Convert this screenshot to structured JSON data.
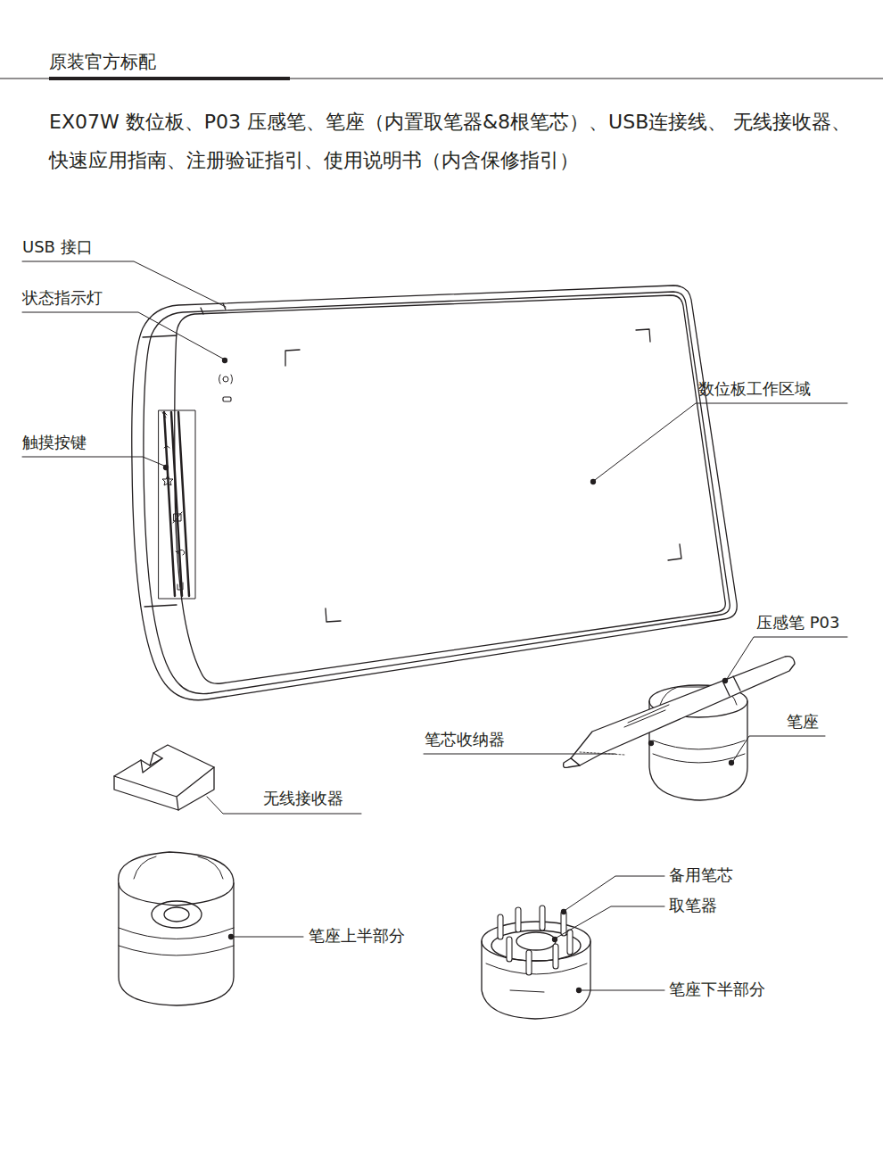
{
  "diagram": {
    "title": "原装官方标配",
    "labels": [
      "EX07W 数位板、P03 压感笔、笔座（内置取笔器&8根笔芯）、USB连接线、 无线接收器、快速应用指南、注册验证指引、使用说明书（内含保修指引）",
      "USB 接口",
      "状态指示灯",
      "触摸按键",
      "数位板工作区域",
      "压感笔 P03",
      "笔座",
      "笔芯收纳器",
      "无线接收器",
      "笔座上半部分",
      "备用笔芯",
      "取笔器",
      "笔座下半部分"
    ]
  }
}
